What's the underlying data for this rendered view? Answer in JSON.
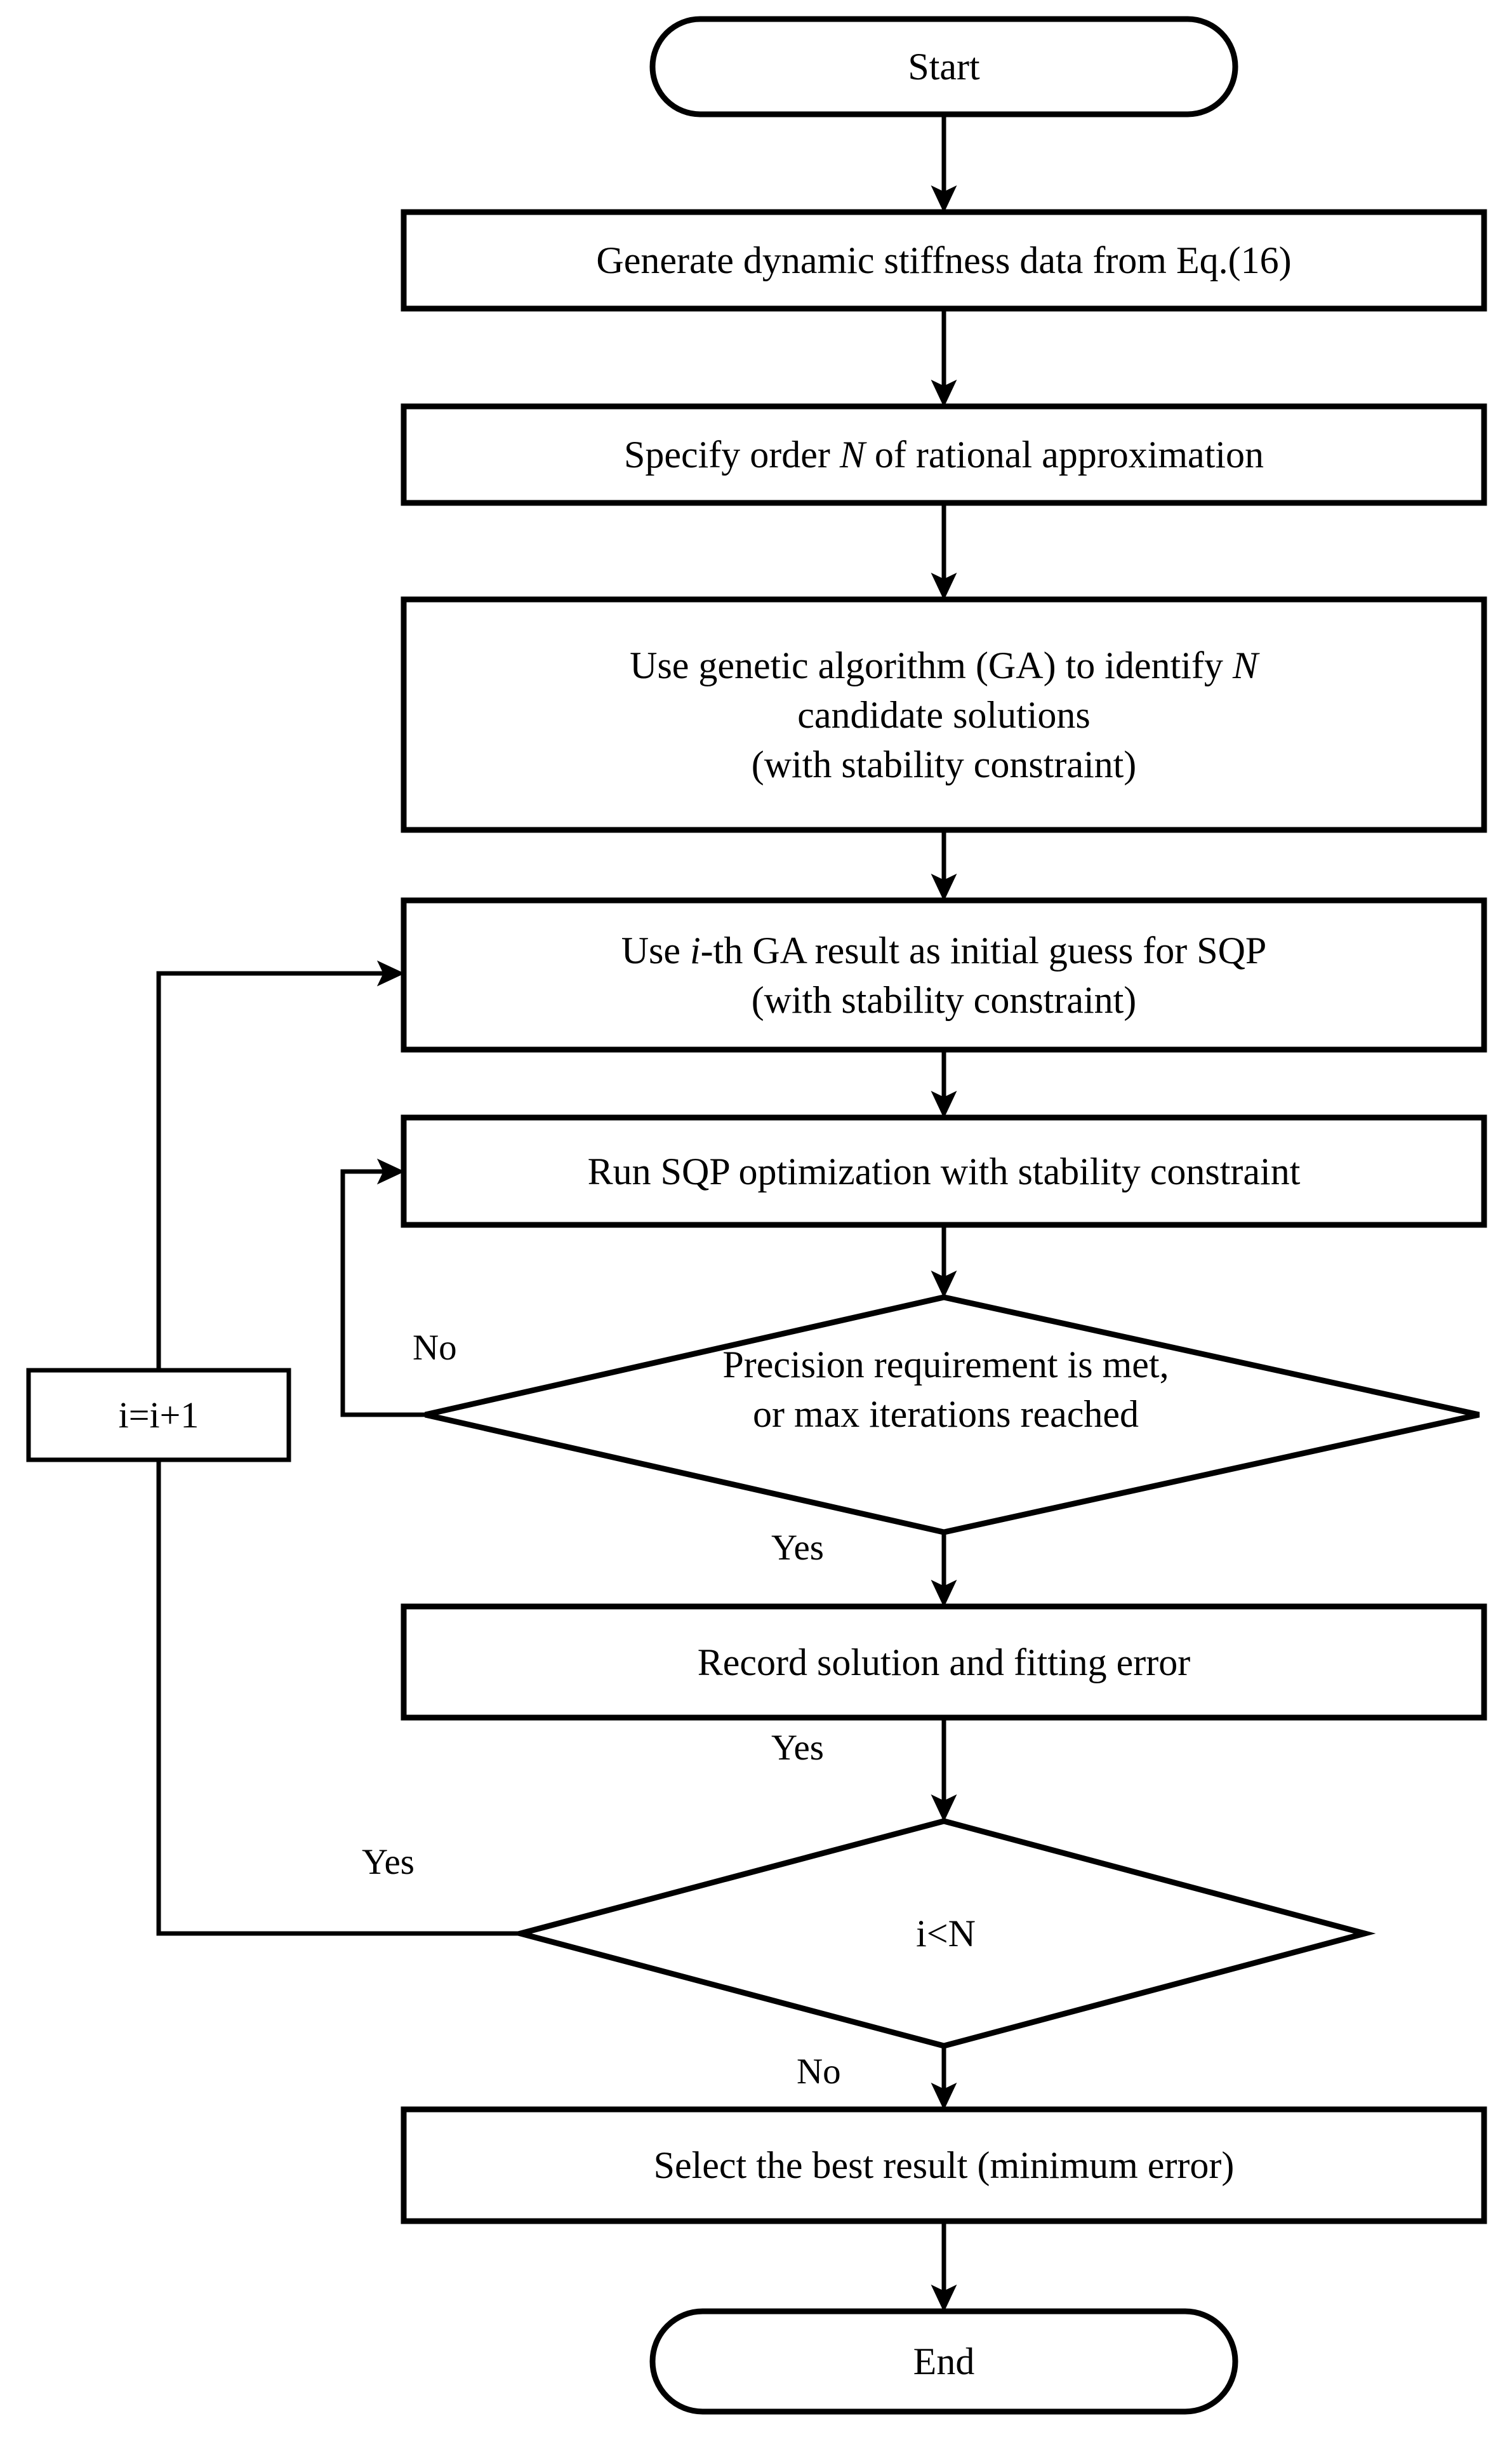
{
  "diagram": {
    "title": "Rational approximation identification flowchart",
    "type": "flowchart",
    "stroke_color": "#000000",
    "fill_color": "#ffffff"
  },
  "nodes": {
    "start": {
      "label": "Start",
      "shape": "stadium"
    },
    "generate": {
      "label": "Generate dynamic stiffness data from Eq.(16)",
      "shape": "rectangle"
    },
    "specify": {
      "label": "Specify order N of rational approximation",
      "shape": "rectangle"
    },
    "ga": {
      "label": "Use genetic algorithm (GA) to identify N\ncandidate solutions\n(with stability constraint)",
      "shape": "rectangle"
    },
    "initial_guess": {
      "label": "Use i-th GA result as initial guess for SQP\n(with stability constraint)",
      "shape": "rectangle"
    },
    "run_sqp": {
      "label": "Run SQP optimization with stability constraint",
      "shape": "rectangle"
    },
    "precision": {
      "label": "Precision requirement is met,\nor max iterations reached",
      "shape": "diamond"
    },
    "record": {
      "label": "Record solution and fitting error",
      "shape": "rectangle"
    },
    "loop_check": {
      "label": "i<N",
      "shape": "diamond"
    },
    "select_best": {
      "label": "Select the best result (minimum error)",
      "shape": "rectangle"
    },
    "end": {
      "label": "End",
      "shape": "stadium"
    },
    "increment": {
      "label": "i=i+1",
      "shape": "rectangle"
    }
  },
  "edge_labels": {
    "precision_no": "No",
    "precision_yes": "Yes",
    "record_yes": "Yes",
    "loop_yes": "Yes",
    "loop_no": "No"
  }
}
